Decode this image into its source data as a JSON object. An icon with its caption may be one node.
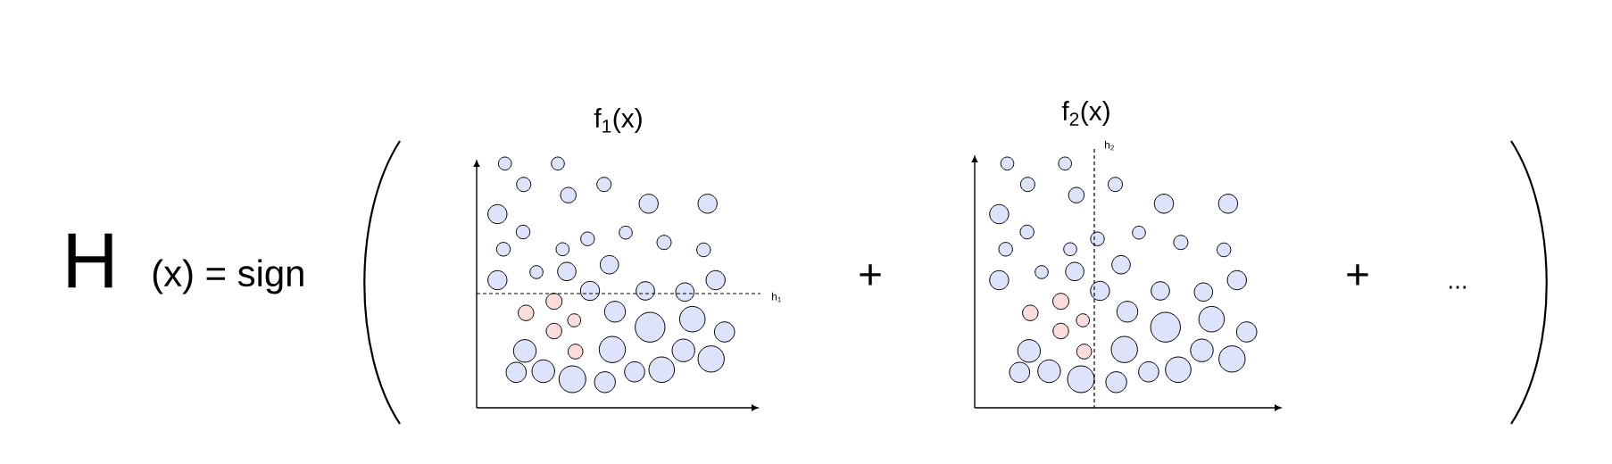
{
  "diagram": {
    "labels": [
      "H",
      "(x) = sign",
      "f$_{1}$(x)",
      "f$_{2}$(x)",
      "h$_{2}$",
      "h$_{1}$",
      "+",
      "+",
      "..."
    ]
  }
}
